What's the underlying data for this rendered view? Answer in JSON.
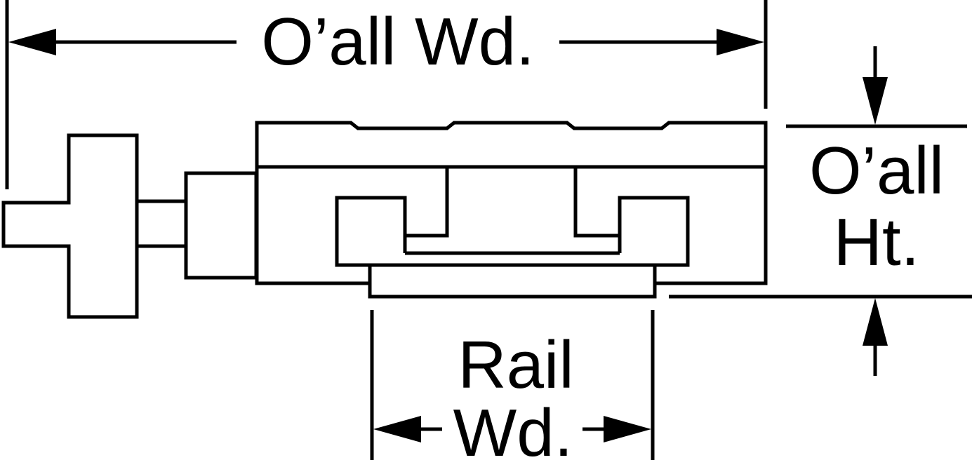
{
  "labels": {
    "overall_width": "O’all Wd.",
    "overall_height_line1": "O’all",
    "overall_height_line2": "Ht.",
    "rail_width_line1": "Rail",
    "rail_width_line2": "Wd."
  },
  "colors": {
    "ink": "#000000",
    "background": "#ffffff"
  }
}
